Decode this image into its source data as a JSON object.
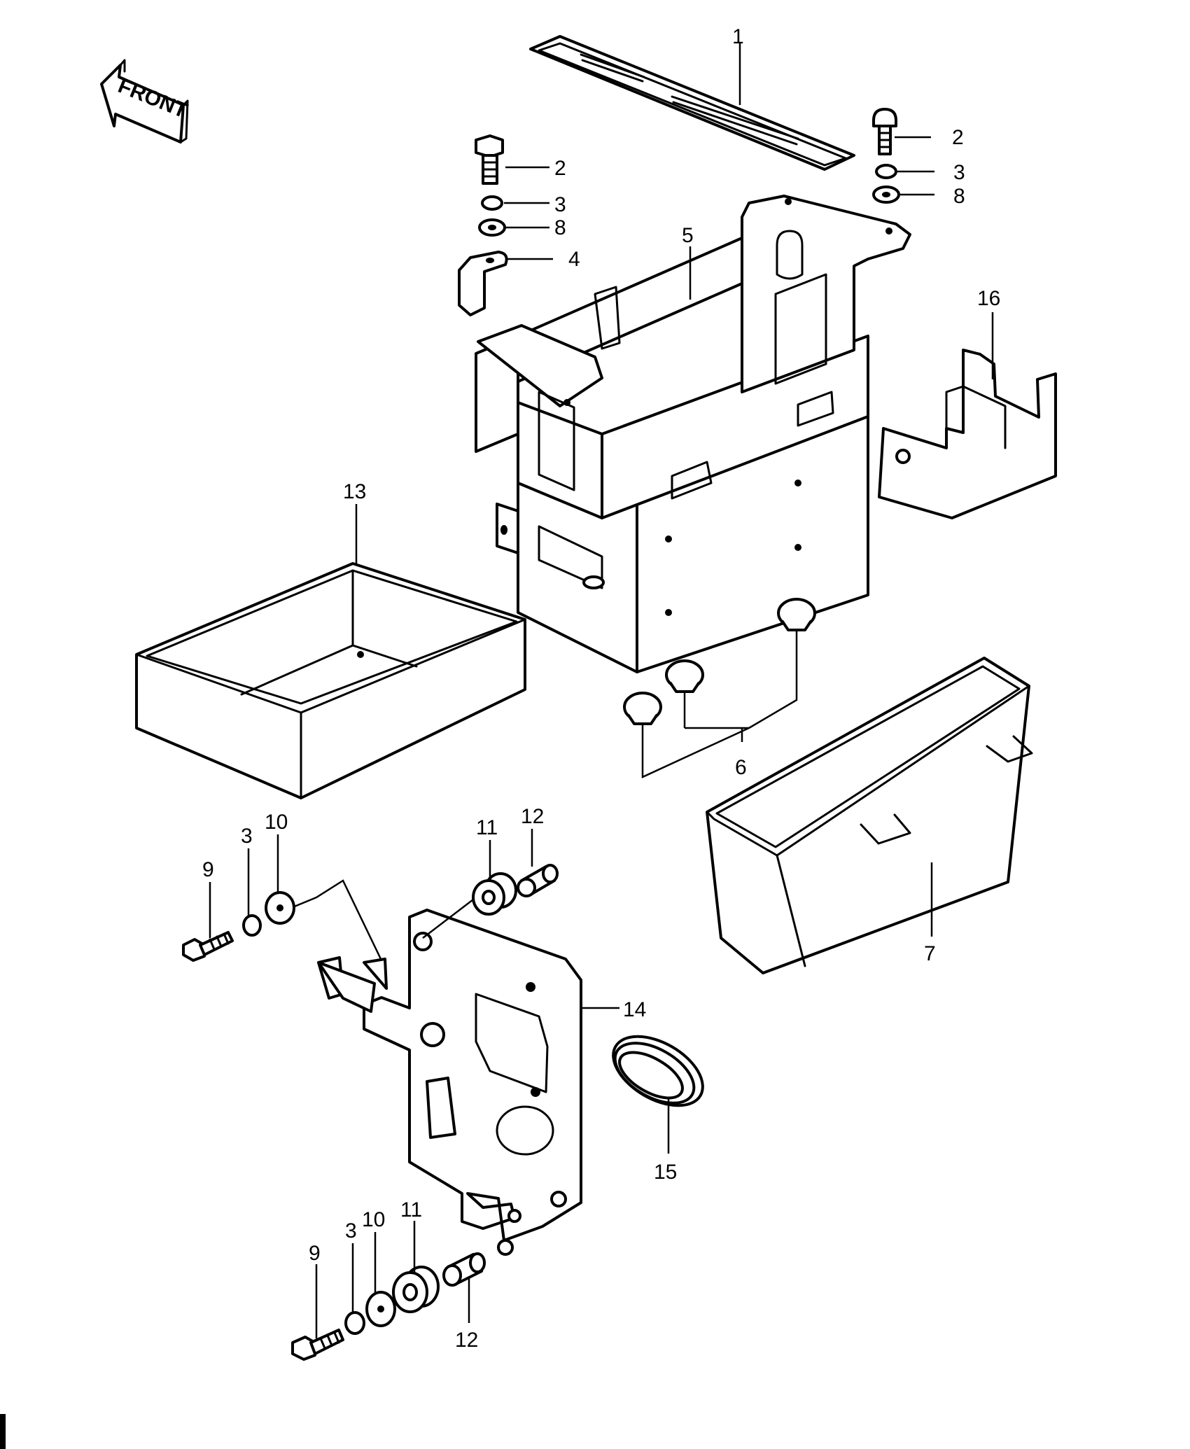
{
  "front_arrow": {
    "text": "FRONT",
    "icon": "front-arrow-icon"
  },
  "callouts": {
    "c1": "1",
    "c2a": "2",
    "c2b": "2",
    "c3a": "3",
    "c3b": "3",
    "c3c": "3",
    "c3d": "3",
    "c4": "4",
    "c5": "5",
    "c6": "6",
    "c7": "7",
    "c8a": "8",
    "c8b": "8",
    "c9a": "9",
    "c9b": "9",
    "c10a": "10",
    "c10b": "10",
    "c11a": "11",
    "c11b": "11",
    "c12a": "12",
    "c12b": "12",
    "c13": "13",
    "c14": "14",
    "c15": "15",
    "c16": "16"
  },
  "parts": [
    {
      "ref": "1",
      "icon": "strap-icon"
    },
    {
      "ref": "2",
      "icon": "bolt-icon"
    },
    {
      "ref": "3",
      "icon": "lock-washer-icon"
    },
    {
      "ref": "4",
      "icon": "bracket-clip-icon"
    },
    {
      "ref": "5",
      "icon": "battery-case-icon"
    },
    {
      "ref": "6",
      "icon": "rubber-damper-icon"
    },
    {
      "ref": "7",
      "icon": "battery-tray-icon"
    },
    {
      "ref": "8",
      "icon": "flat-washer-icon"
    },
    {
      "ref": "9",
      "icon": "bolt-icon"
    },
    {
      "ref": "10",
      "icon": "washer-icon"
    },
    {
      "ref": "11",
      "icon": "grommet-icon"
    },
    {
      "ref": "12",
      "icon": "collar-icon"
    },
    {
      "ref": "13",
      "icon": "battery-box-icon"
    },
    {
      "ref": "14",
      "icon": "mounting-plate-icon"
    },
    {
      "ref": "15",
      "icon": "oval-grommet-icon"
    },
    {
      "ref": "16",
      "icon": "battery-cover-icon"
    }
  ]
}
